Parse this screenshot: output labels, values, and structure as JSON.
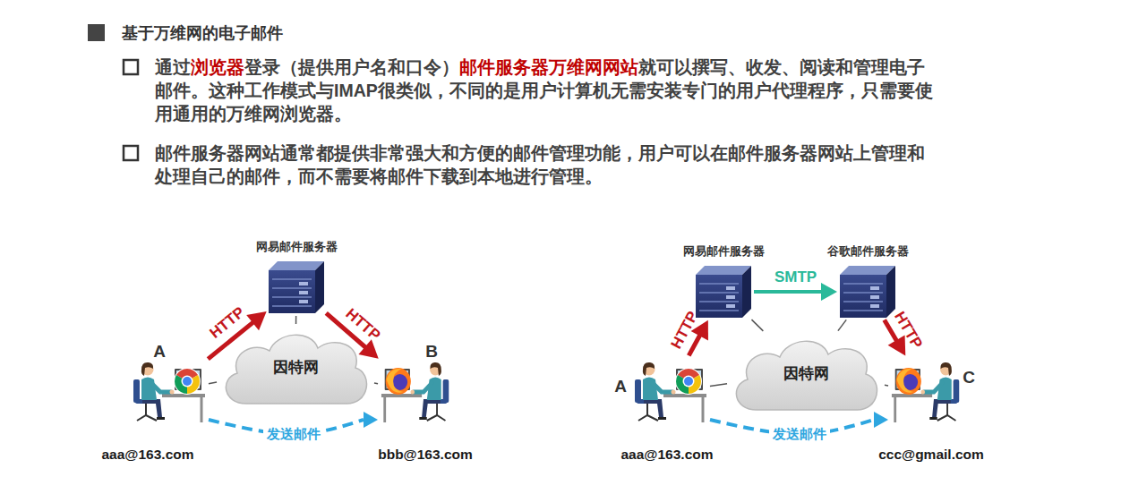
{
  "diagram": {
    "title": "基于万维网的电子邮件",
    "nodes": [
      {
        "text": [
          "网易邮件服务器"
        ]
      },
      {
        "text": [
          "因特网"
        ]
      },
      {
        "text": [
          "A",
          "aaa@163.com"
        ]
      },
      {
        "text": [
          "B",
          "bbb@163.com"
        ]
      },
      {
        "text": [
          "网易邮件服务器"
        ]
      },
      {
        "text": [
          "谷歌邮件服务器"
        ]
      },
      {
        "text": [
          "因特网"
        ]
      },
      {
        "text": [
          "A",
          "aaa@163.com"
        ]
      },
      {
        "text": [
          "C",
          "ccc@gmail.com"
        ]
      }
    ],
    "edges": [
      {
        "from": 2,
        "to": 0,
        "arrow": "to",
        "label": "HTTP"
      },
      {
        "from": 0,
        "to": 3,
        "arrow": "to",
        "label": "HTTP"
      },
      {
        "from": 2,
        "to": 3,
        "arrow": "to",
        "label": "发送邮件"
      },
      {
        "from": 2,
        "to": 1,
        "arrow": "none"
      },
      {
        "from": 3,
        "to": 1,
        "arrow": "none"
      },
      {
        "from": 0,
        "to": 1,
        "arrow": "none"
      },
      {
        "from": 7,
        "to": 4,
        "arrow": "to",
        "label": "HTTP"
      },
      {
        "from": 4,
        "to": 5,
        "arrow": "to",
        "label": "SMTP"
      },
      {
        "from": 5,
        "to": 8,
        "arrow": "to",
        "label": "HTTP"
      },
      {
        "from": 7,
        "to": 8,
        "arrow": "to",
        "label": "发送邮件"
      },
      {
        "from": 7,
        "to": 6,
        "arrow": "none"
      },
      {
        "from": 8,
        "to": 6,
        "arrow": "none"
      },
      {
        "from": 4,
        "to": 6,
        "arrow": "none"
      },
      {
        "from": 5,
        "to": 6,
        "arrow": "none"
      }
    ],
    "labels": [
      "通过",
      "浏览器",
      "登录（提供用户名和口令）",
      "邮件服务器万维网网站",
      "就可以撰写、收发、阅读和管理电子邮件。这种工作模式与IMAP很类似，不同的是用户计算机无需安装专门的用户代理程序，只需要使用通用的万维网浏览器。",
      "邮件服务器网站通常都提供非常强大和方便的邮件管理功能，用户可以在邮件服务器网站上管理和处理自己的邮件，而不需要将邮件下载到本地进行管理。"
    ]
  }
}
